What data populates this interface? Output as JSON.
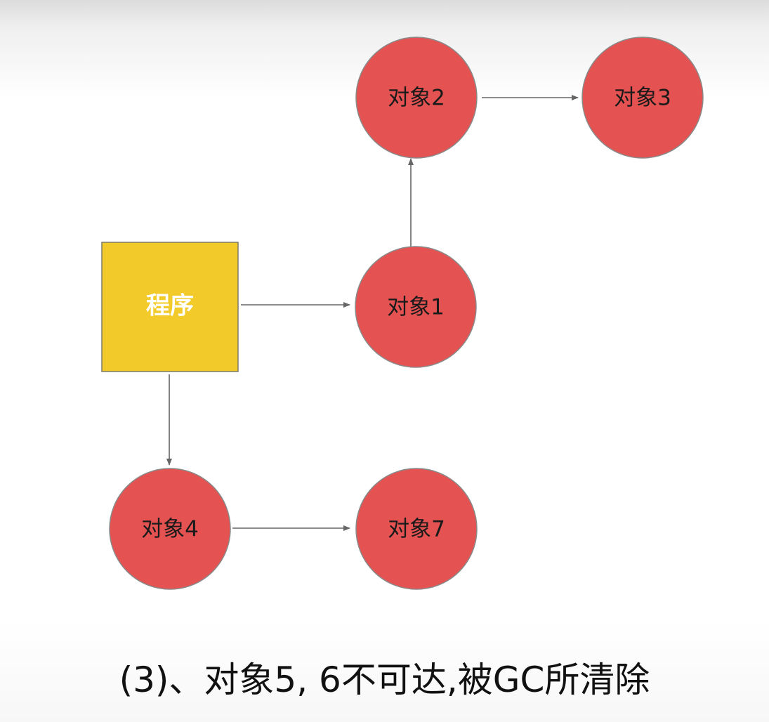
{
  "diagram": {
    "program": {
      "label": "程序"
    },
    "nodes": {
      "obj1": {
        "label": "对象1"
      },
      "obj2": {
        "label": "对象2"
      },
      "obj3": {
        "label": "对象3"
      },
      "obj4": {
        "label": "对象4"
      },
      "obj7": {
        "label": "对象7"
      }
    },
    "edges": [
      {
        "from": "程序",
        "to": "对象1"
      },
      {
        "from": "对象1",
        "to": "对象2"
      },
      {
        "from": "对象2",
        "to": "对象3"
      },
      {
        "from": "程序",
        "to": "对象4"
      },
      {
        "from": "对象4",
        "to": "对象7"
      }
    ],
    "colors": {
      "program_fill": "#F2CB2B",
      "node_fill": "#E45252",
      "edge": "#666666"
    }
  },
  "caption": "(3)、对象5, 6不可达,被GC所清除"
}
